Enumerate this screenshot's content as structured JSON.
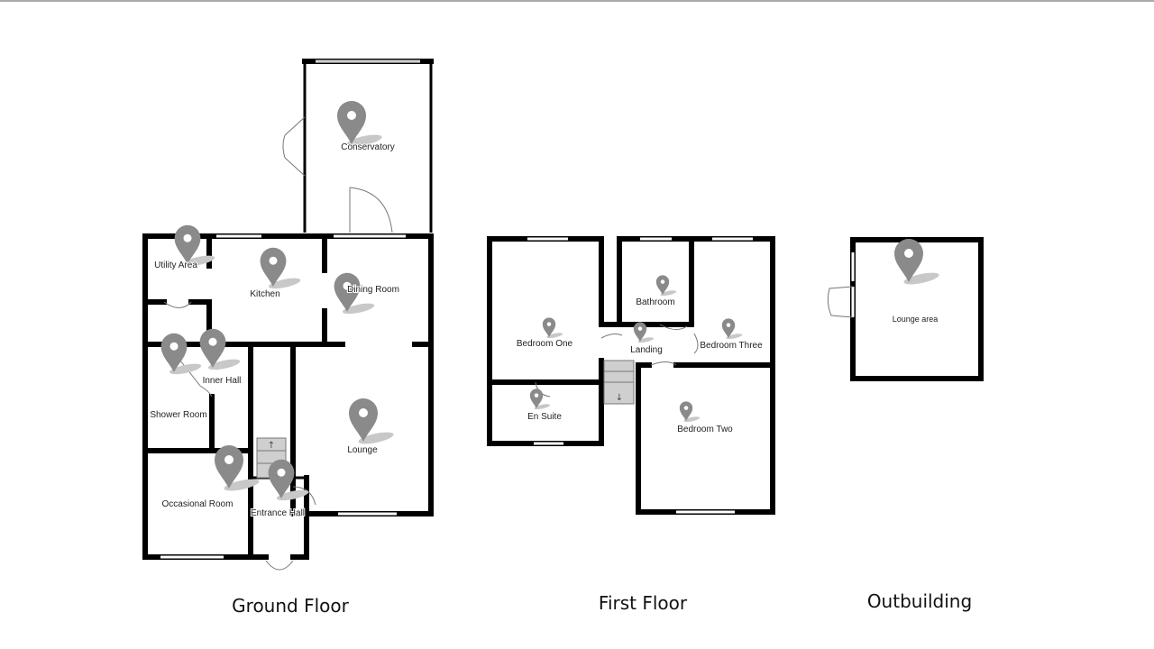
{
  "floors": {
    "ground": {
      "title": "Ground Floor"
    },
    "first": {
      "title": "First Floor"
    },
    "outbuilding": {
      "title": "Outbuilding"
    }
  },
  "rooms": {
    "conservatory": "Conservatory",
    "utility_area": "Utility Area",
    "kitchen": "Kitchen",
    "dining_room": "Dining Room",
    "inner_hall": "Inner Hall",
    "shower_room": "Shower Room",
    "lounge": "Lounge",
    "occasional_room": "Occasional Room",
    "entrance_hall": "Entrance Hall",
    "bedroom_one": "Bedroom One",
    "en_suite": "En Suite",
    "bathroom": "Bathroom",
    "landing": "Landing",
    "bedroom_three": "Bedroom Three",
    "bedroom_two": "Bedroom Two",
    "lounge_area": "Lounge area"
  },
  "icons": [
    "map-pin-icon",
    "stairs-up-icon",
    "stairs-down-icon"
  ],
  "colors": {
    "walls": "#000000",
    "pins": "#8a8a8a",
    "stairs": "#cfcfcf"
  }
}
